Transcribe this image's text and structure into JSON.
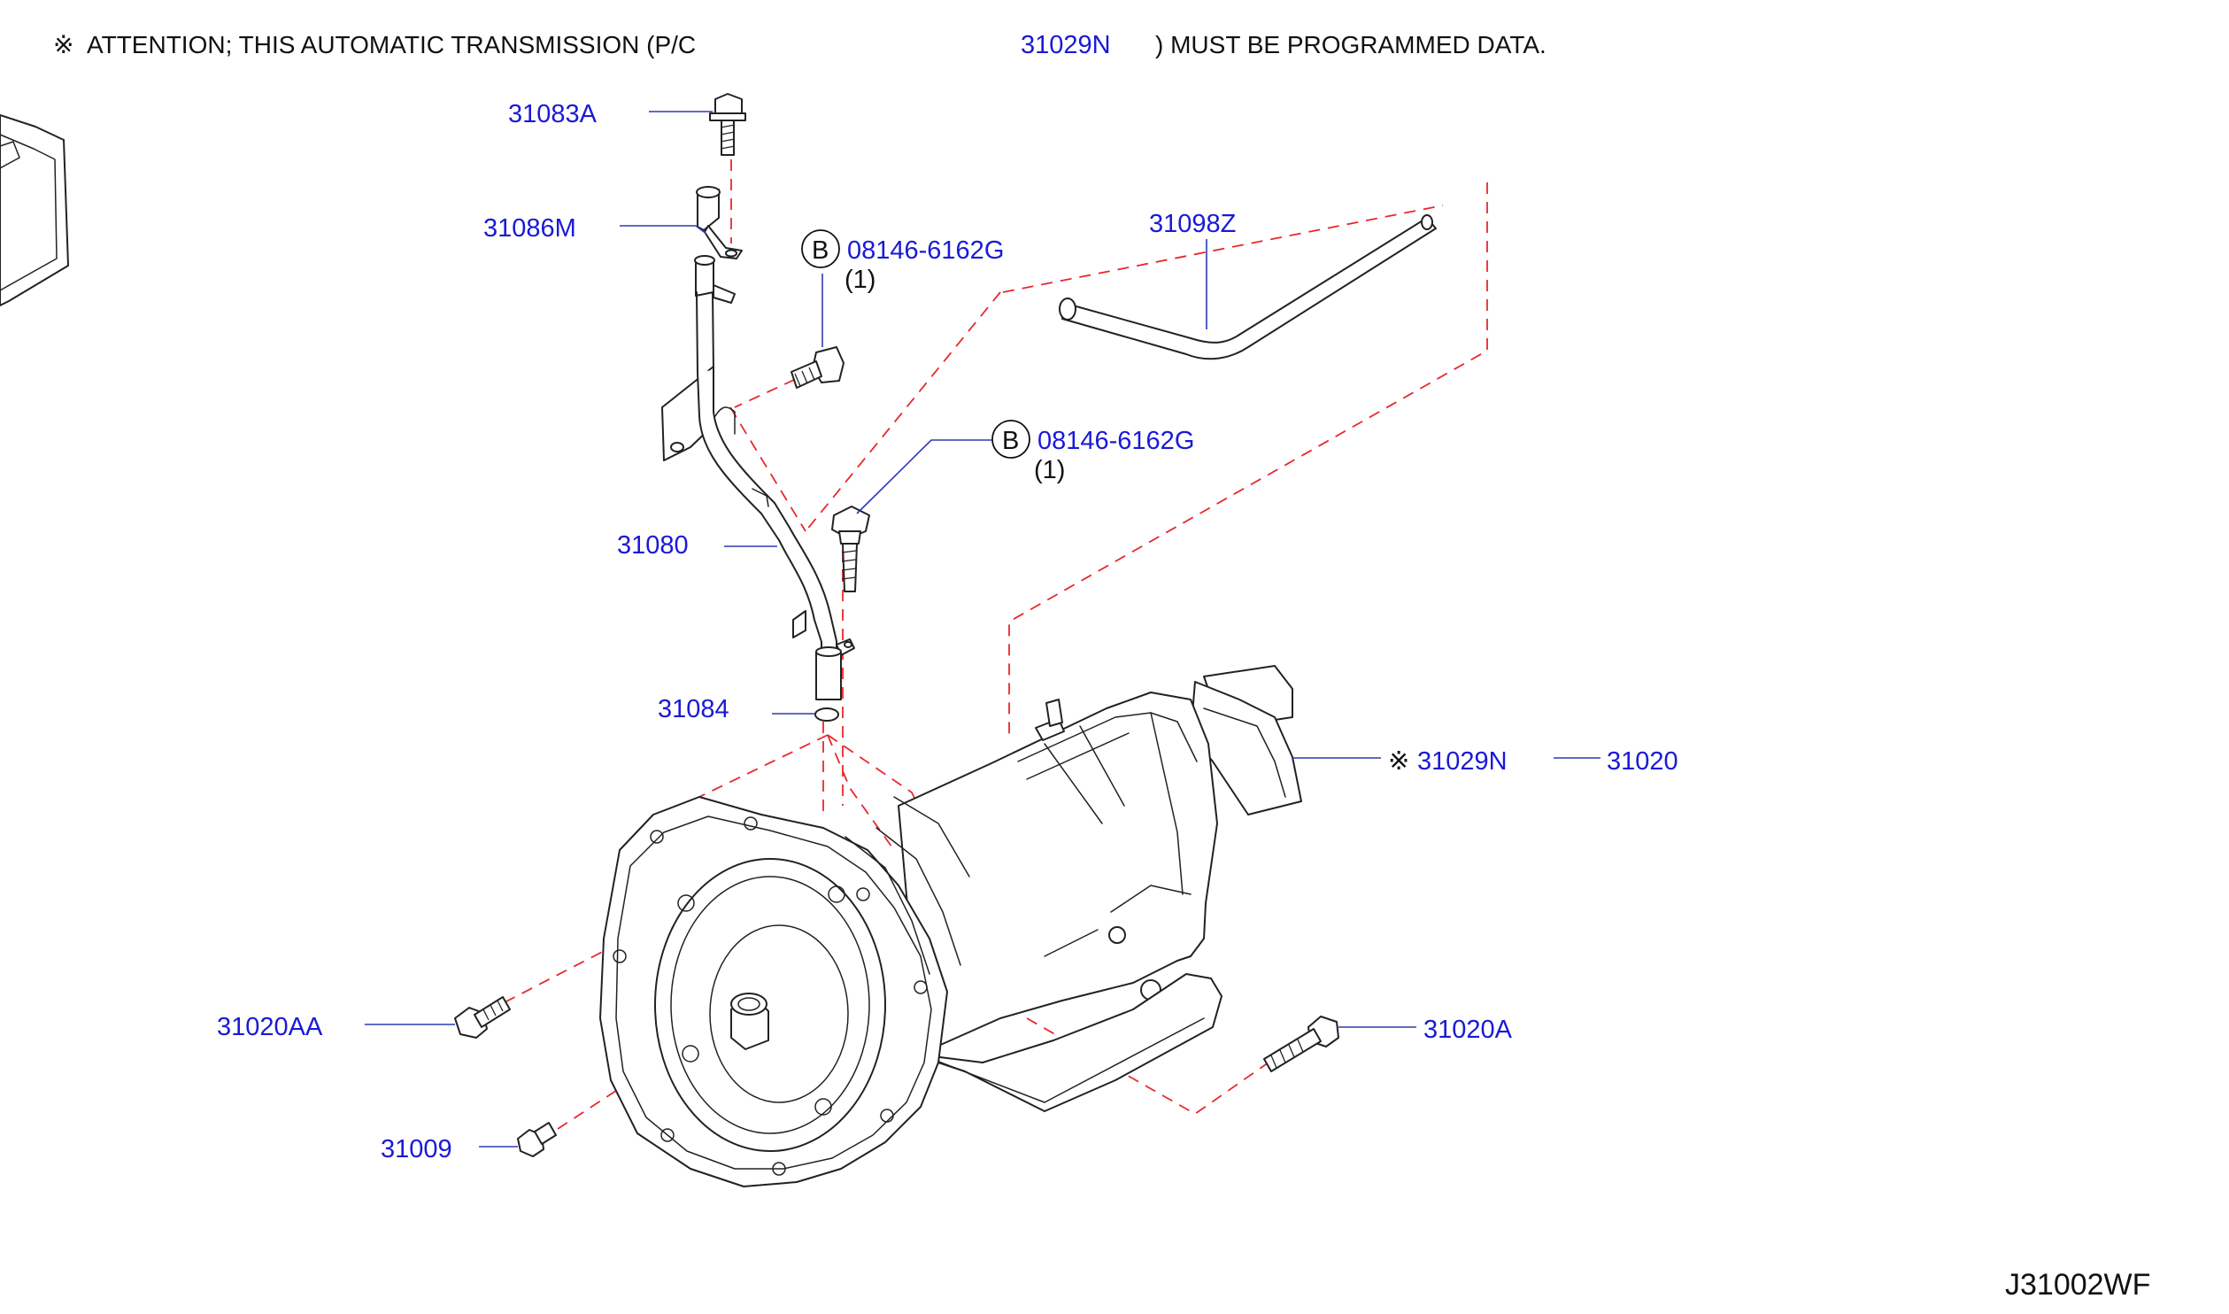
{
  "header": {
    "symbol": "※",
    "attention_before": "ATTENTION;  THIS  AUTOMATIC  TRANSMISSION  (P/C",
    "attention_part": "31029N",
    "attention_after": ")  MUST  BE  PROGRAMMED  DATA."
  },
  "callouts": {
    "bolt_top": "31083A",
    "bracket": "31086M",
    "fastener_1_letter": "B",
    "fastener_1_part": "08146-6162G",
    "fastener_1_qty": "(1)",
    "breather_hose": "31098Z",
    "fastener_2_letter": "B",
    "fastener_2_part": "08146-6162G",
    "fastener_2_qty": "(1)",
    "dipstick_tube": "31080",
    "o_ring": "31084",
    "pc_symbol": "※",
    "pc_part": "31029N",
    "transmission": "31020",
    "bolt_left": "31020AA",
    "bolt_right": "31020A",
    "drain_plug": "31009"
  },
  "diagram_code": "J31002WF",
  "colors": {
    "label_blue": "#1a1ad6",
    "leader_blue": "#2b3bb0",
    "dashed_red": "#e8282c",
    "outline": "#222222"
  }
}
